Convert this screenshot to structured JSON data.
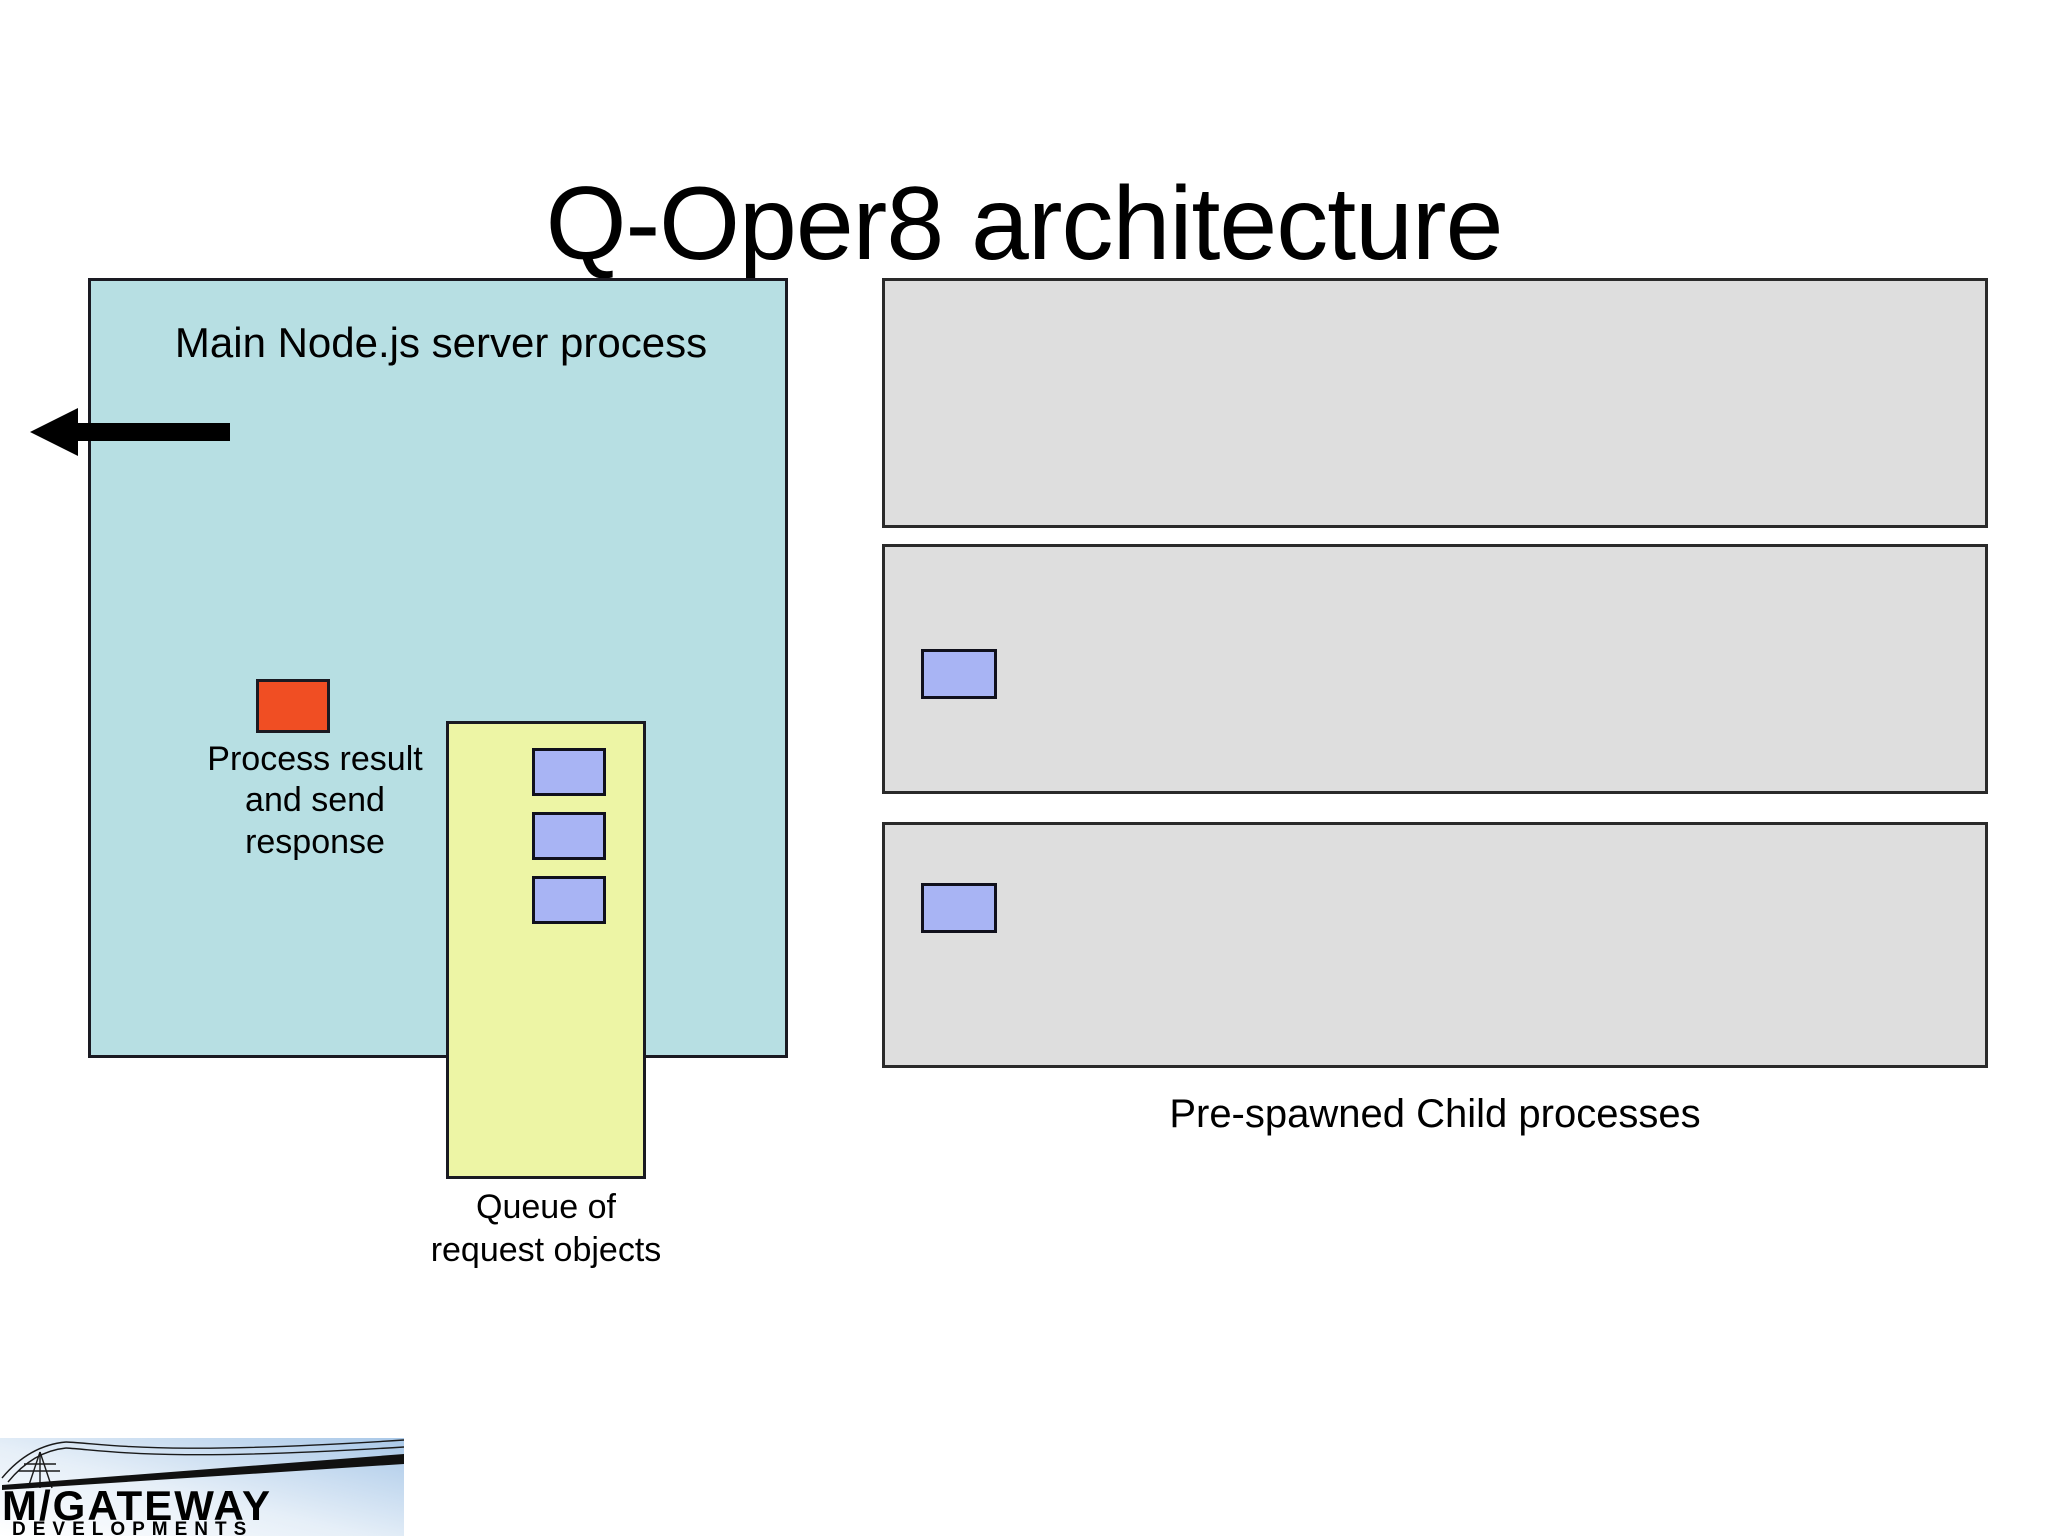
{
  "slide": {
    "title": "Q-Oper8 architecture"
  },
  "main_server": {
    "label": "Main Node.js server process",
    "panel_color": "#b7dfe3",
    "border_color": "#1a1a22",
    "process_result": {
      "caption": "Process result\nand send\nresponse",
      "caption_lines": [
        "Process result",
        "and send",
        "response"
      ],
      "box_color": "#f04e23",
      "arrow_direction": "left"
    },
    "request_queue": {
      "caption_lines": [
        "Queue of",
        "request objects"
      ],
      "box_color": "#edf5a5",
      "item_color": "#a8b4f4",
      "items": [
        {
          "name": "request-object-1"
        },
        {
          "name": "request-object-2"
        },
        {
          "name": "request-object-3"
        }
      ]
    }
  },
  "child_processes": {
    "caption": "Pre-spawned Child processes",
    "panel_color": "#dedede",
    "border_color": "#2a2a2a",
    "worker_color": "#a8b4f4",
    "panels": [
      {
        "name": "child-process-1",
        "has_worker": false
      },
      {
        "name": "child-process-2",
        "has_worker": true
      },
      {
        "name": "child-process-3",
        "has_worker": true
      }
    ]
  },
  "logo": {
    "primary_text": "M/GATEWAY",
    "secondary_text": "DEVELOPMENTS",
    "graphic": "suspension-bridge",
    "gradient_from": "#ffffff",
    "gradient_to": "#a9c8e8"
  }
}
